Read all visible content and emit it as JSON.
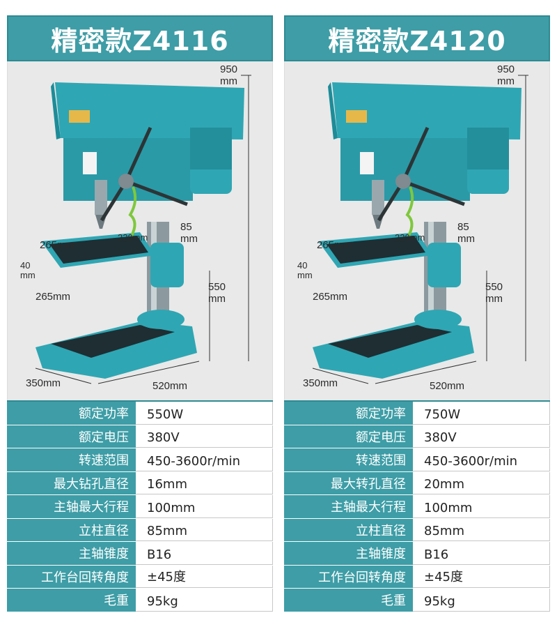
{
  "products": [
    {
      "title": "精密款Z4116",
      "dims": {
        "height": "950\nmm",
        "head_depth": "85\nmm",
        "column_height": "550\nmm",
        "table_width": "265mm",
        "table_depth": "265mm",
        "table_thickness": "40\nmm",
        "reach": "220mm",
        "base_depth": "350mm",
        "base_width": "520mm"
      },
      "specs": [
        {
          "label": "额定功率",
          "value": "550W"
        },
        {
          "label": "额定电压",
          "value": "380V"
        },
        {
          "label": "转速范围",
          "value": "450-3600r/min"
        },
        {
          "label": "最大钻孔直径",
          "value": "16mm"
        },
        {
          "label": "主轴最大行程",
          "value": "100mm"
        },
        {
          "label": "立柱直径",
          "value": "85mm"
        },
        {
          "label": "主轴锥度",
          "value": "B16"
        },
        {
          "label": "工作台回转角度",
          "value": "±45度"
        },
        {
          "label": "毛重",
          "value": "95kg"
        }
      ]
    },
    {
      "title": "精密款Z4120",
      "dims": {
        "height": "950\nmm",
        "head_depth": "85\nmm",
        "column_height": "550\nmm",
        "table_width": "265mm",
        "table_depth": "265mm",
        "table_thickness": "40\nmm",
        "reach": "220mm",
        "base_depth": "350mm",
        "base_width": "520mm"
      },
      "specs": [
        {
          "label": "额定功率",
          "value": "750W"
        },
        {
          "label": "额定电压",
          "value": "380V"
        },
        {
          "label": "转速范围",
          "value": "450-3600r/min"
        },
        {
          "label": "最大转孔直径",
          "value": "20mm"
        },
        {
          "label": "主轴最大行程",
          "value": "100mm"
        },
        {
          "label": "立柱直径",
          "value": "85mm"
        },
        {
          "label": "主轴锥度",
          "value": "B16"
        },
        {
          "label": "工作台回转角度",
          "value": "±45度"
        },
        {
          "label": "毛重",
          "value": "95kg"
        }
      ]
    }
  ],
  "colors": {
    "header_teal": "#3e9da6",
    "machine_teal": "#2fa6b3",
    "photo_bg": "#e9e9e9"
  },
  "image": {
    "semantic": "bench-drill-press-photo"
  }
}
